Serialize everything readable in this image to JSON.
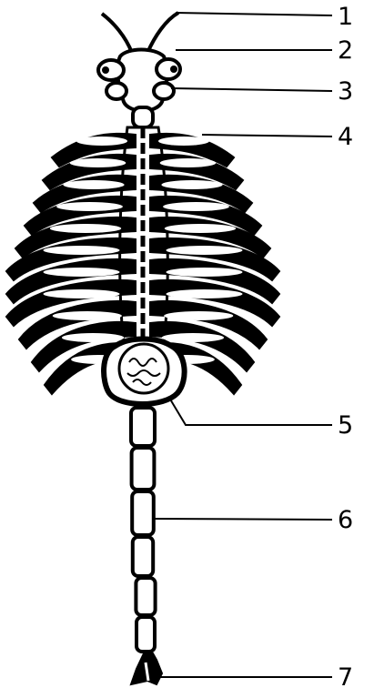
{
  "figure": {
    "labels": [
      {
        "id": "label-1",
        "text": "1"
      },
      {
        "id": "label-2",
        "text": "2"
      },
      {
        "id": "label-3",
        "text": "3"
      },
      {
        "id": "label-4",
        "text": "4"
      },
      {
        "id": "label-5",
        "text": "5"
      },
      {
        "id": "label-6",
        "text": "6"
      },
      {
        "id": "label-7",
        "text": "7"
      }
    ]
  },
  "colors": {
    "ink": "#000000",
    "paper": "#ffffff"
  }
}
